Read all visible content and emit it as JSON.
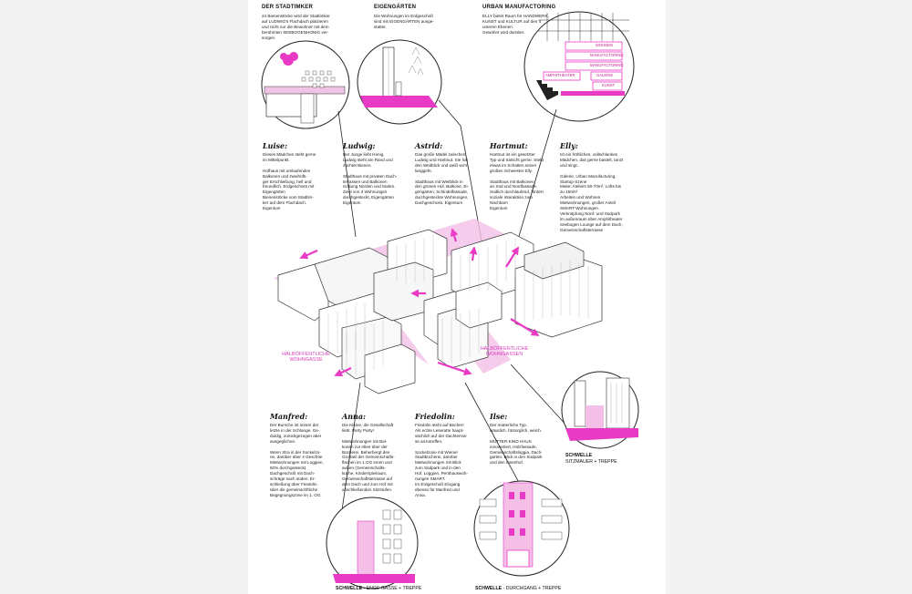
{
  "colors": {
    "accent": "#e83ac4",
    "line": "#222222",
    "background": "#f3f3f3",
    "panel": "#ffffff"
  },
  "top": [
    {
      "title": "DER STADTIMKER",
      "text": "24 Bienenstöcke wird der Stadtimker\nauf LUDWIG's Flachdach platzieren\nund nicht nur die Bewohner mit dem\nberühmten SEEBOGENHONIG ver-\nsorgen."
    },
    {
      "title": "EIGENGÄRTEN",
      "text": "Die Wohnungen im Erdgeschoß\nsind mit EIGENGÄRTEN ausge-\nstattet."
    },
    {
      "title": "URBAN MANUFACTORING",
      "text": "ELLY bietet Raum für HANDWERK,\nKUNST und KULTUR auf den 4\nunteren Ebenen.\nGewohnt wird darüber."
    }
  ],
  "inset_labels": [
    "WOHNEN",
    "MANUFACTORING",
    "MANUFACTORING",
    "AMPHITHEATER",
    "GALERIE",
    "KUNST"
  ],
  "characters_top": [
    {
      "name": "Luise:",
      "text": "Dieses Mädchen steht gerne\nim Mittelpunkt.\n\nHofhaus mit umlaufenden\nBalkonen und zweihüfti-\nger Erschließung, hell und\nfreundlich. Erdgeschoss mit\nEigengärten\nBienenstöcke vom Stadtim-\nker auf dem Flachdach.\nEigentum"
    },
    {
      "name": "Ludwig:",
      "text": "Der Junge liebt Honig.\nLudwig steht am Rand und\nzüchtet Bienen.\n\nStadthaus mit privaten Dach-\nterrassen und Balkonen\nrichtung Norden und Süden.\n Zwei von 3 Wohnungen\ndurchgesteckt, Eigengärten\nEigentum"
    },
    {
      "name": "Astrid:",
      "text": "Das große Mädel zwischen\nLudwig und Hartmut. Sie hat\nden Weitblick und weiß wo's\nlanggeht.\n\nStadthaus mit Weitblick in\nden grünen Hof. Balkone, Ei-\ngengärten, Schindelfassade,\ndurchgesteckte Wohnungen,\nDachgeschoss,   Eigentum"
    },
    {
      "name": "Hartmut:",
      "text": "Hartmut ist ein gesetzter\nTyp und tratscht gerne. Steht\netwas im Schatten seiner\ngroßen Schwester Elly.\n\nStadthaus mit Balkonen\nan Süd und Nordfassade.\nSüdlich durchlaufend, fördert\nsoziale Interaktion zum\nNachbarn\nEigentum"
    },
    {
      "name": "Elly:",
      "text": "Ist ein fröhliches, vollschlankes\nMädchen, das gerne bastelt, tanzt\nund singt.\n\nGalerie, Urban Manufacturing,\nStartup-Szene\nMiete: Ateliers 50-70m², Lofts bis\nzu 150m²\nArbeiten und Wohnen\nMietwohnungen, großer Anteil\nSMART-Wohnungen.\nVerknüpfung Nord- und Südpark\nim außenraum über Amphitheater\nSeebogen Lounge auf dem Dach,\nGemeinschaftsterrasse"
    }
  ],
  "characters_bottom": [
    {
      "name": "Manfred:",
      "text": "Der Bursche ist immer der\nletzte in der Schlange. Ge-\nduldig, zurückgezogen aber\nausgeglichen.\n\nWenn Xtra in der Sockelzo-\nne, darüber über 4 Geschöe\nMietwohnungen mit Loggien,\n50% durchgesteckt.\nDachgeschoß mit Dach-\nschräge nach süden. Er-\nschließung über Friedolin\nüber die gemeinschftliche\nBegegnungszone im 1. OG."
    },
    {
      "name": "Anna:",
      "text": "Die Kleine, die Gesellschaft\nliebt. Party Party!\n\nMietwohnungen mit Bal-\nkonen zur Allee über der\nBücherei. Beherbergt den\nGroßteil der Gemeinschafts-\nflächen im 1.OG innen und\naußen (Gemeinschafts-\nküche, Kinderspielraum,\nGemeinschaftsterrasse auf\ndem Dach und zum Hof mit\nanschließenden Sitzstufen."
    },
    {
      "name": "Friedolin:",
      "text": "Friedolin steht auf Bücher!\nAls echte Leseratte haupt-\nsächlich auf der Dachterras-\nse anzutreffen.\n\nSockelzone mit Wiener\nStadtbücherei, darüber\nMietwohnungen mit Blick\nzum Südpark und in den\nHof. Loggien, Penthauswoh-\nnungen SMART.\nIm Erdgeschoß Eingang\nebenso für Manfred und\nAnna."
    },
    {
      "name": "Ilse:",
      "text": "Der mütterliche Typ.\nHäuslich, fürsorglich, weich.\n\nMUTTER-KIND HAUS\ninnovertiert, Holzfassade,\nGemeinschaftsloggia, Dach-\ngarten. Blick in den Südpark\nund den Innenhof."
    }
  ],
  "diagram_labels": [
    "HALBÖFFENTLICHE\nWOHNGASSE",
    "HALBÖFFENTLICHE\nWOHNGASSEN"
  ],
  "captions": [
    {
      "bold": "SCHWELLE",
      "rest": "SITZMAUER + TREPPE"
    },
    {
      "bold": "SCHWELLE",
      "rest": " - ENGE GASSE + TREPPE"
    },
    {
      "bold": "SCHWELLE",
      "rest": " - DURCHGANG + TREPPE"
    }
  ]
}
